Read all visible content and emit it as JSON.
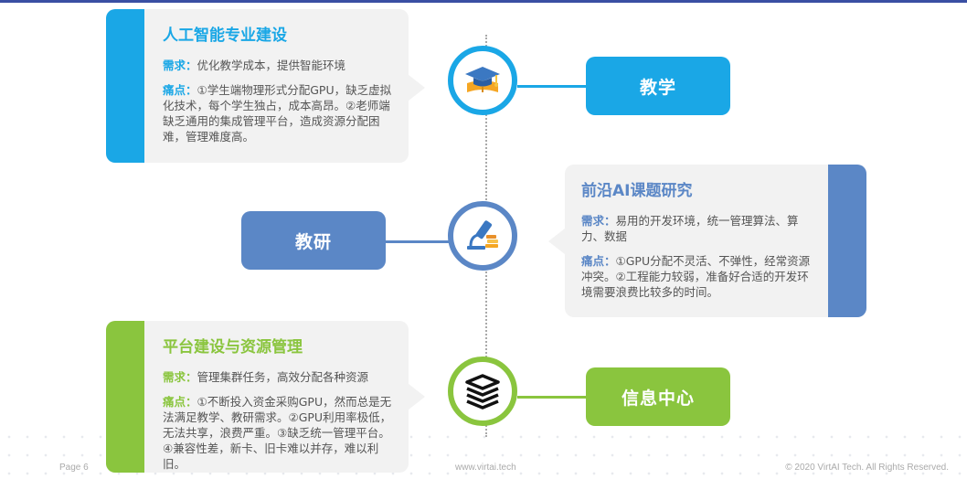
{
  "colors": {
    "blue": "#1aa7e6",
    "steel": "#5b87c6",
    "green": "#8ac53e"
  },
  "cards": [
    {
      "title": "人工智能专业建设",
      "need_label": "需求：",
      "need_text": "优化教学成本，提供智能环境",
      "pain_label": "痛点：",
      "pain_text": "①学生端物理形式分配GPU，缺乏虚拟化技术，每个学生独占，成本高昂。②老师端缺乏通用的集成管理平台，造成资源分配困难，管理难度高。"
    },
    {
      "title": "前沿AI课题研究",
      "need_label": "需求：",
      "need_text": "易用的开发环境，统一管理算法、算力、数据",
      "pain_label": "痛点：",
      "pain_text": "①GPU分配不灵活、不弹性，经常资源冲突。②工程能力较弱，准备好合适的开发环境需要浪费比较多的时间。"
    },
    {
      "title": "平台建设与资源管理",
      "need_label": "需求：",
      "need_text": "管理集群任务，高效分配各种资源",
      "pain_label": "痛点：",
      "pain_text": "①不断投入资金采购GPU，然而总是无法满足教学、教研需求。②GPU利用率极低，无法共享，浪费严重。③缺乏统一管理平台。④兼容性差，新卡、旧卡难以并存，难以利旧。"
    }
  ],
  "labels": {
    "teaching": "教学",
    "research": "教研",
    "info_center": "信息中心"
  },
  "icons": {
    "teaching": "graduation-cap-icon",
    "research": "microscope-icon",
    "info_center": "stack-layers-icon"
  },
  "footer": {
    "page": "Page 6",
    "url": "www.virtai.tech",
    "copyright": "© 2020 VirtAI Tech. All Rights Reserved."
  }
}
